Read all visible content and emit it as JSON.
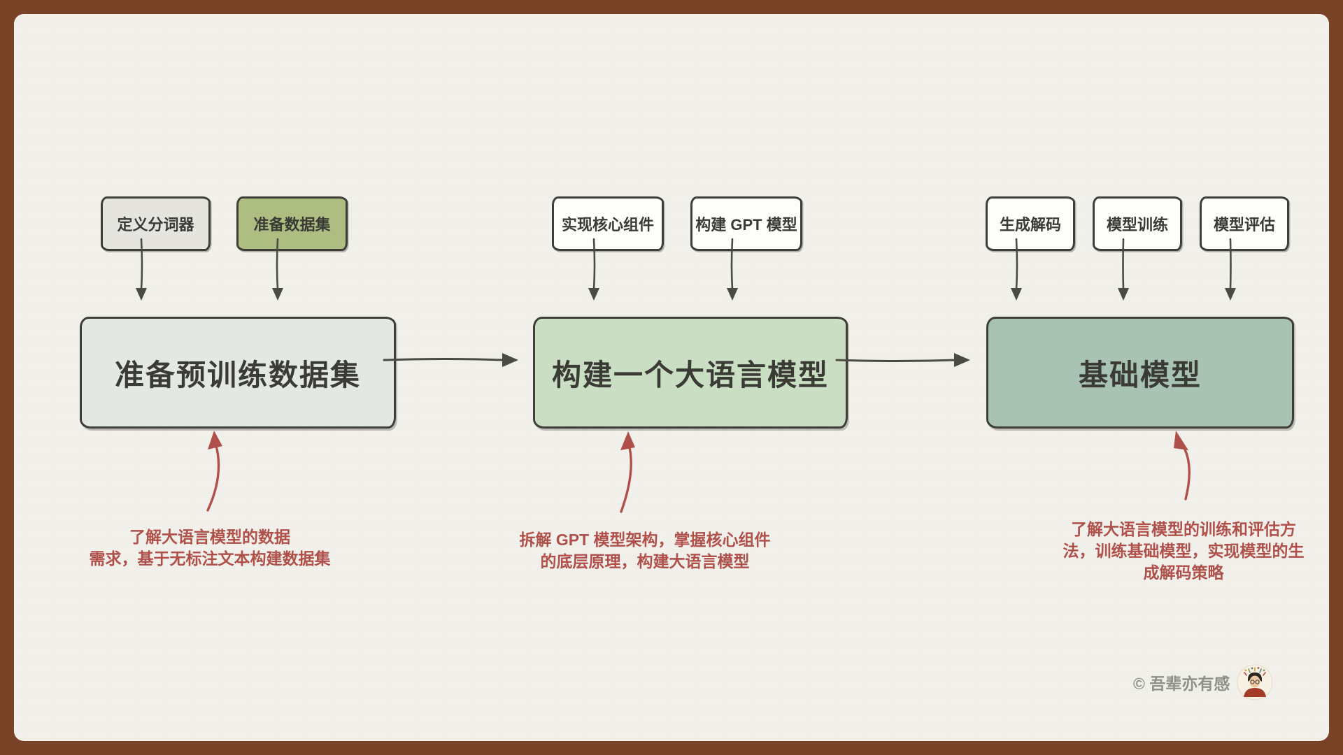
{
  "frame": {
    "border_color": "#7a4328",
    "paper_color": "#f2f0ea"
  },
  "colors": {
    "box_border": "#3e3e38",
    "box_text": "#3b3b36",
    "arrow_gray": "#4b4b45",
    "annotation_red": "#b0504b",
    "watermark_gray": "#90908a",
    "sub_box_gray": "#e5e4df",
    "sub_box_olive": "#aebd82",
    "sub_box_white": "#fdfdfa",
    "main_box_stage1": "#e3e8e2",
    "main_box_stage2": "#cadec4",
    "main_box_stage3": "#a8c2b3"
  },
  "stages": [
    {
      "main_label": "准备预训练数据集",
      "sub_boxes": [
        {
          "label": "定义分词器"
        },
        {
          "label": "准备数据集"
        }
      ],
      "annotation_lines": [
        "了解大语言模型的数据",
        "需求，基于无标注文本构建数据集"
      ]
    },
    {
      "main_label": "构建一个大语言模型",
      "sub_boxes": [
        {
          "label": "实现核心组件"
        },
        {
          "label": "构建 GPT 模型"
        }
      ],
      "annotation_lines": [
        "拆解 GPT 模型架构，掌握核心组件",
        "的底层原理，构建大语言模型"
      ]
    },
    {
      "main_label": "基础模型",
      "sub_boxes": [
        {
          "label": "生成解码"
        },
        {
          "label": "模型训练"
        },
        {
          "label": "模型评估"
        }
      ],
      "annotation_lines": [
        "了解大语言模型的训练和评估方",
        "法，训练基础模型，实现模型的生",
        "成解码策略"
      ]
    }
  ],
  "watermark": {
    "text": "© 吾辈亦有感",
    "avatar": "cartoon portrait of author with idea doodles"
  }
}
